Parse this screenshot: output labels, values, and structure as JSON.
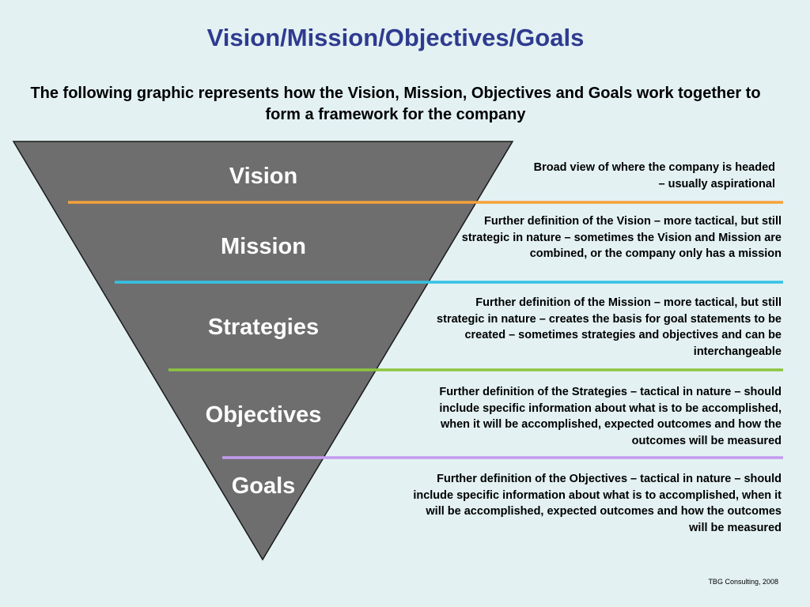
{
  "title": "Vision/Mission/Objectives/Goals",
  "subtitle": "The following graphic represents how the Vision, Mission, Objectives and Goals work together to form a framework for the company",
  "colors": {
    "background": "#e3f1f3",
    "title": "#2f3b8f",
    "triangle": "#6e6e6e",
    "orange": "#f5a13a",
    "blue": "#33c3e6",
    "green": "#8cc63f",
    "purple": "#c49bf0"
  },
  "levels": [
    {
      "label": "Vision",
      "description": "Broad view of where the company is headed – usually aspirational"
    },
    {
      "label": "Mission",
      "description": "Further definition of the Vision – more tactical, but still strategic in nature – sometimes the Vision and Mission are combined, or the company only has a mission"
    },
    {
      "label": "Strategies",
      "description": "Further definition of the Mission – more tactical, but still strategic in nature – creates the basis for goal statements to be created – sometimes strategies and objectives and can be interchangeable"
    },
    {
      "label": "Objectives",
      "description": "Further definition of the Strategies – tactical in nature – should include specific information about what is to be accomplished, when it will be accomplished, expected outcomes and how the outcomes will be measured"
    },
    {
      "label": "Goals",
      "description": "Further definition of the Objectives – tactical in nature – should include specific information about what is to accomplished, when it will be accomplished, expected outcomes and how the outcomes will be measured"
    }
  ],
  "footer": "TBG Consulting, 2008"
}
